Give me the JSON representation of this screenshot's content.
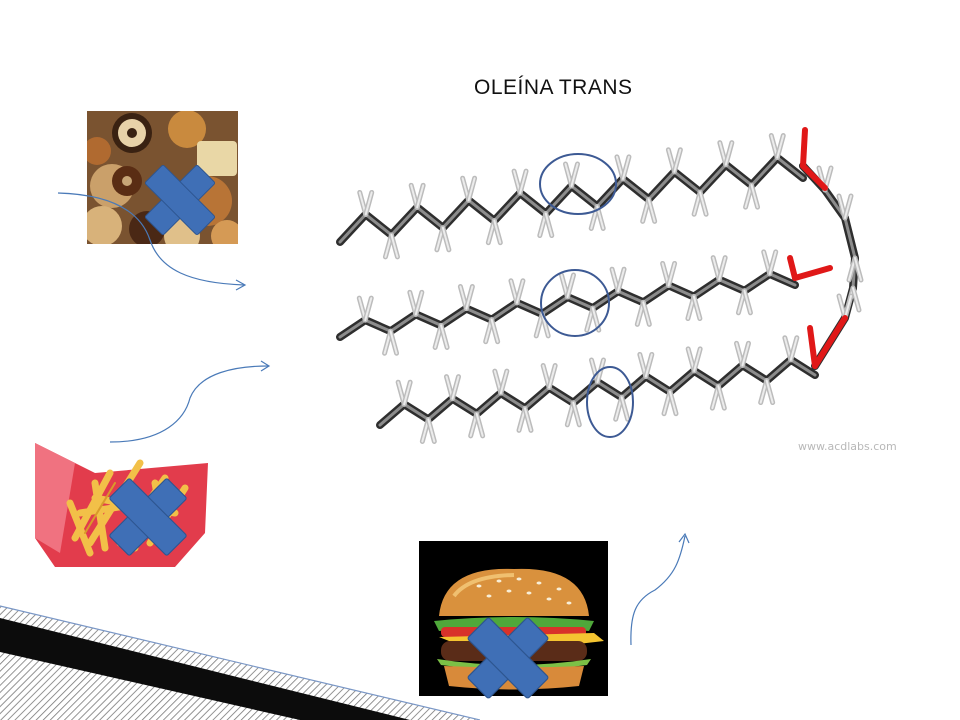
{
  "slide": {
    "title": "OLEÍNA TRANS",
    "watermark": "www.acdlabs.com"
  },
  "images": [
    {
      "subject": "pastries-and-donuts",
      "crossed_out": true
    },
    {
      "subject": "french-fries",
      "crossed_out": true
    },
    {
      "subject": "hamburger",
      "crossed_out": true
    }
  ],
  "molecule": {
    "name": "trans triolein 3D stick model",
    "highlighted_trans_bonds": 3
  },
  "colors": {
    "cross": "#3f6fb6",
    "arrow": "#4a7ab8",
    "circle": "#3d5a94",
    "oxygen": "#e01818",
    "carbon": "#505050",
    "hydrogen": "#d8d8d8"
  },
  "icons": [
    "cross-icon",
    "arrow-icon"
  ]
}
